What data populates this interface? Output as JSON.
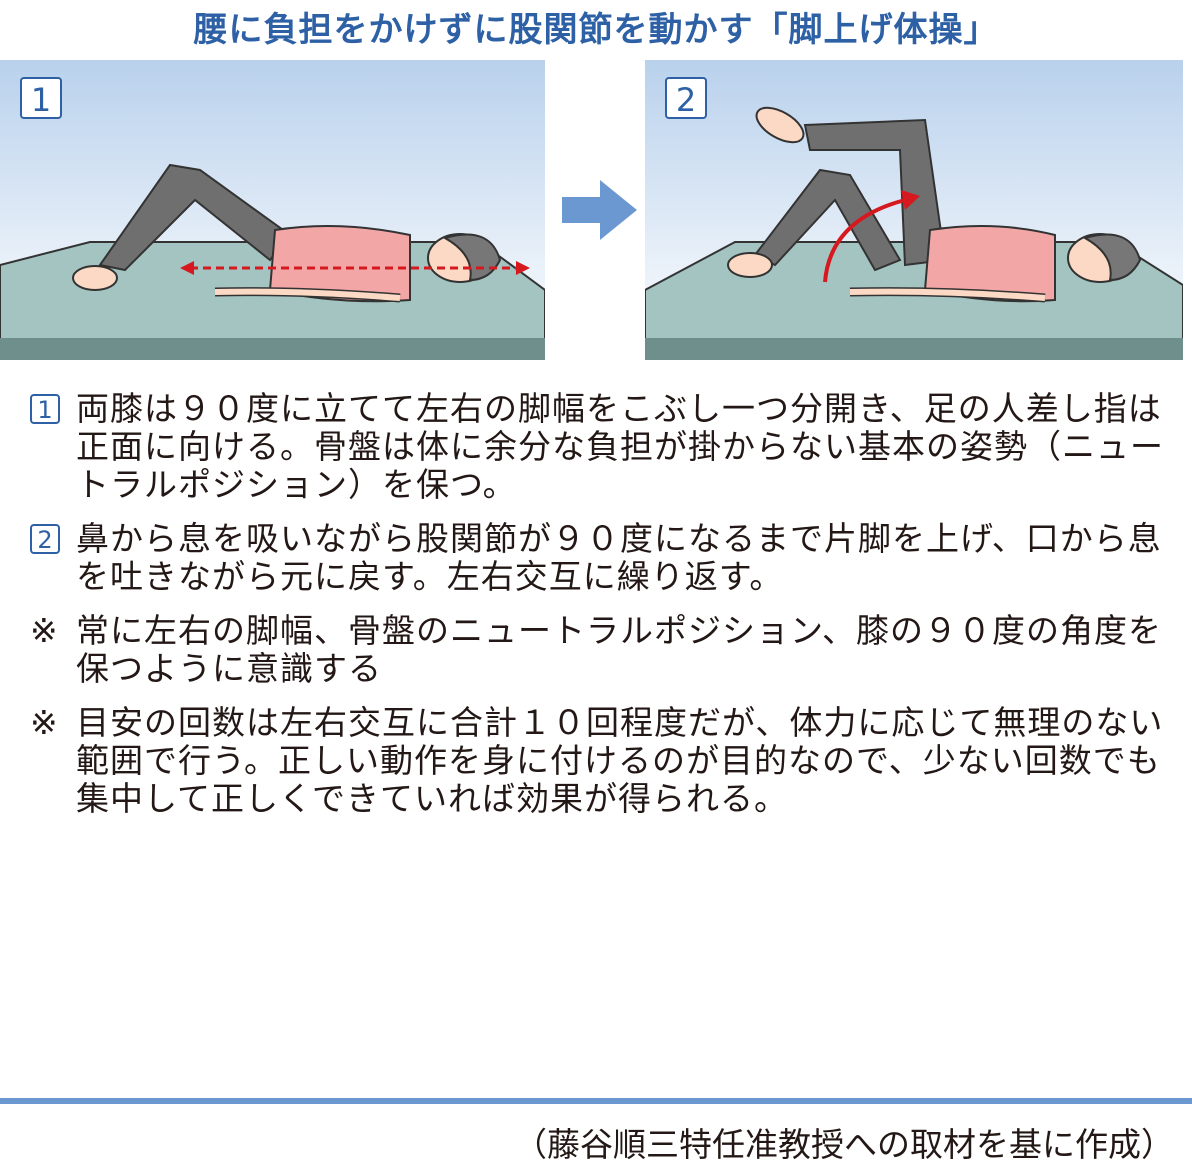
{
  "title": "腰に負担をかけずに股関節を動かす「脚上げ体操」",
  "panels": [
    {
      "badge": "1"
    },
    {
      "badge": "2"
    }
  ],
  "steps": [
    {
      "badge": "1",
      "text": "両膝は９０度に立てて左右の脚幅をこぶし一つ分開き、足の人差し指は正面に向ける。骨盤は体に余分な負担が掛からない基本の姿勢（ニュートラルポジション）を保つ。"
    },
    {
      "badge": "2",
      "text": "鼻から息を吸いながら股関節が９０度になるまで片脚を上げ、口から息を吐きながら元に戻す。左右交互に繰り返す。"
    }
  ],
  "notes": [
    {
      "mark": "※",
      "text": "常に左右の脚幅、骨盤のニュートラルポジション、膝の９０度の角度を保つように意識する"
    },
    {
      "mark": "※",
      "text": "目安の回数は左右交互に合計１０回程度だが、体力に応じて無理のない範囲で行う。正しい動作を身に付けるのが目的なので、少ない回数でも集中して正しくできていれば効果が得られる。"
    }
  ],
  "credit": "（藤谷順三特任准教授への取材を基に作成）",
  "colors": {
    "title": "#2d60a5",
    "sky_top": "#b9d1ec",
    "mat": "#a3c4c1",
    "mat_edge": "#6e8f8b",
    "shirt": "#f2a6a6",
    "pants": "#6f6f6f",
    "skin": "#fbd9c4",
    "guide_arrow": "#d6191f",
    "divider": "#6b98d0"
  }
}
